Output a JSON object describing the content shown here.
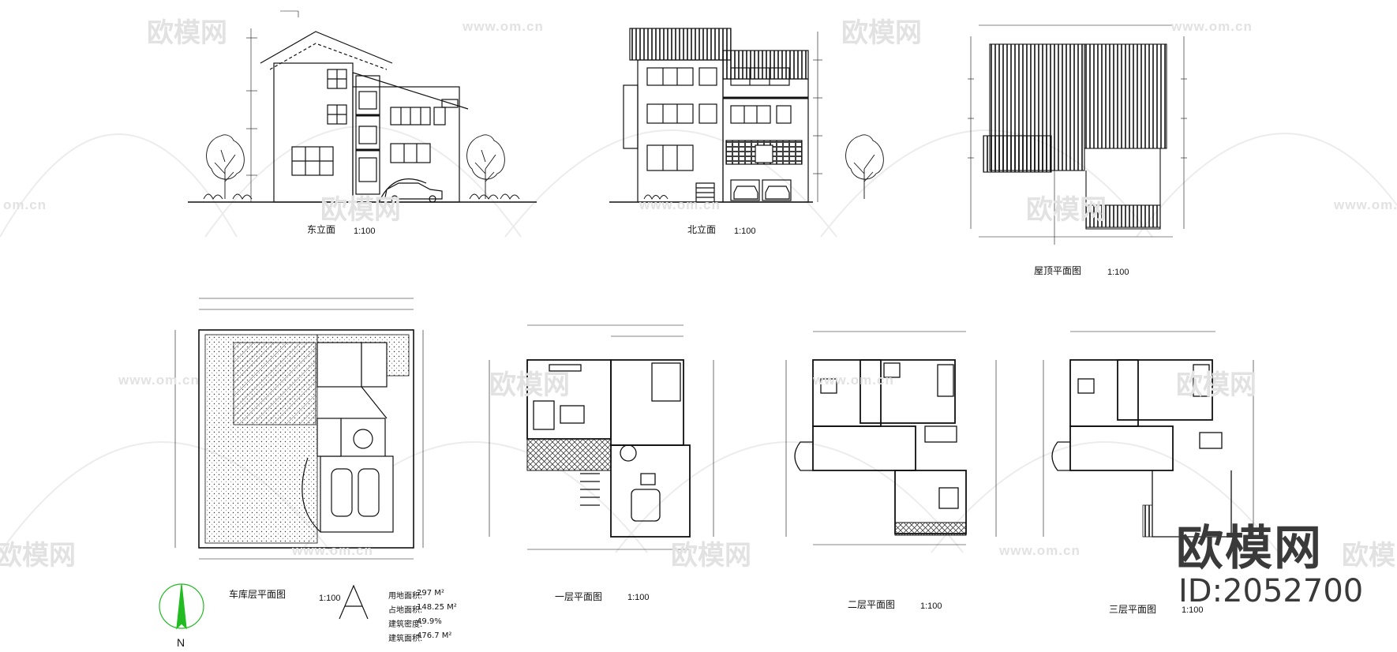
{
  "watermark": {
    "text": "欧模网",
    "url": "www.om.cn",
    "url_short": "om.cn"
  },
  "brand": {
    "logo_text": "欧模网",
    "id_text": "ID:2052700"
  },
  "drawings": {
    "east_elevation": {
      "title": "东立面",
      "scale": "1:100"
    },
    "north_elevation": {
      "title": "北立面",
      "scale": "1:100"
    },
    "roof_plan": {
      "title": "屋顶平面图",
      "scale": "1:100"
    },
    "garage_plan": {
      "title": "车库层平面图",
      "scale": "1:100"
    },
    "first_floor_plan": {
      "title": "一层平面图",
      "scale": "1:100"
    },
    "second_floor_plan": {
      "title": "二层平面图",
      "scale": "1:100"
    },
    "third_floor_plan": {
      "title": "三层平面图",
      "scale": "1:100"
    }
  },
  "stats": {
    "site_area_label": "用地面积:",
    "site_area_value": "297 M²",
    "footprint_label": "占地面积:",
    "footprint_value": "148.25 M²",
    "coverage_label": "建筑密度:",
    "coverage_value": "49.9%",
    "floor_area_label": "建筑面积:",
    "floor_area_value": "476.7 M²"
  },
  "north_arrow": {
    "label": "N"
  },
  "section_mark": {
    "label": "A"
  },
  "colors": {
    "line": "#111111",
    "north": "#22bb22",
    "watermark": "#e2e2e2",
    "brand": "#3a3a3a"
  }
}
